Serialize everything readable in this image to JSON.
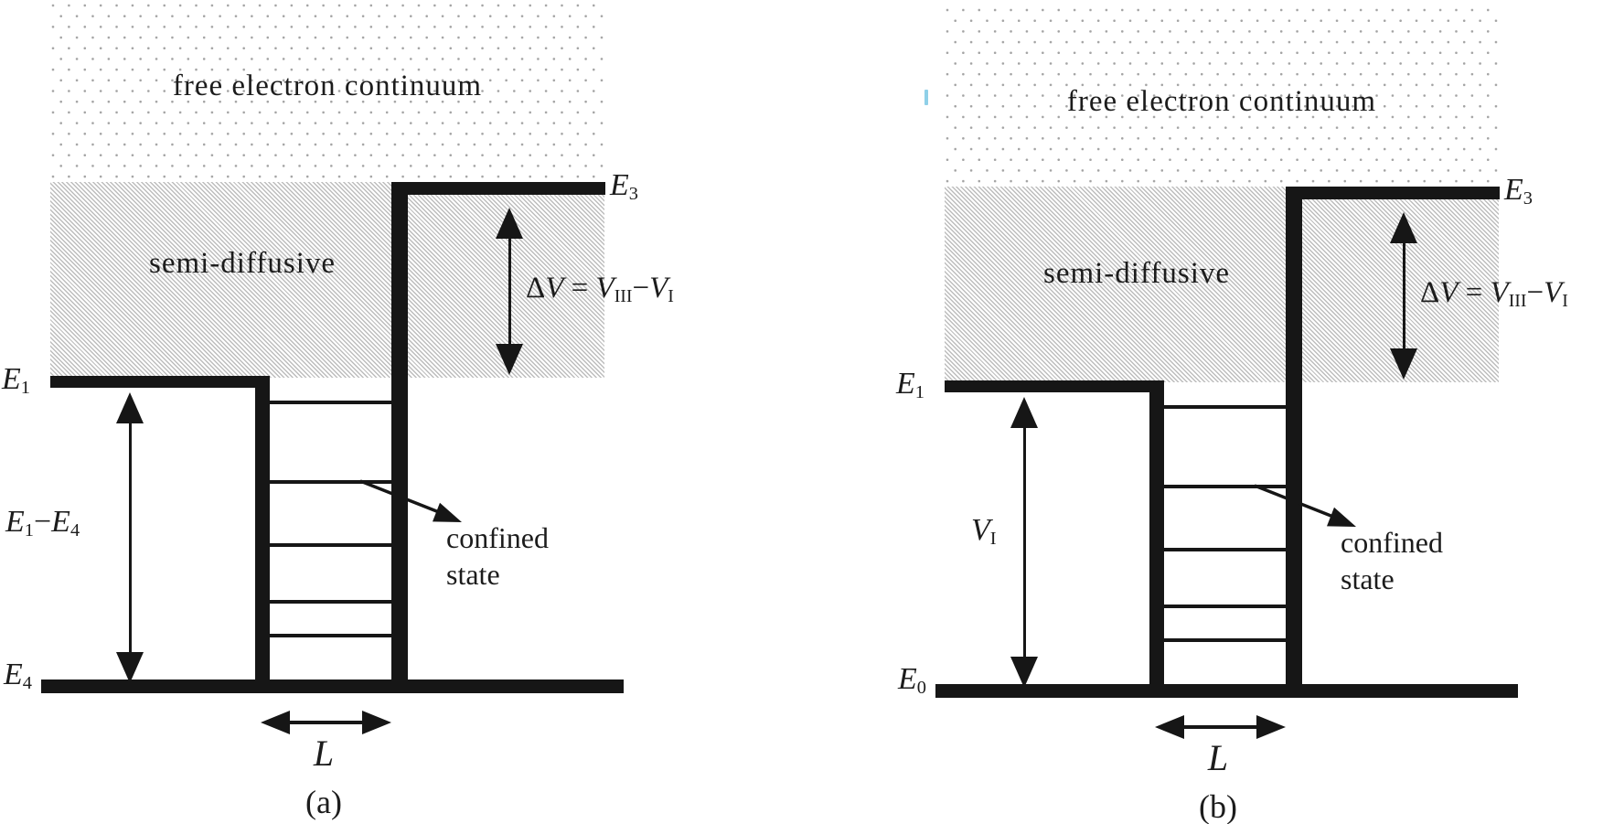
{
  "colors": {
    "ink": "#161616",
    "paper": "#ffffff",
    "hatch": "#bdbdbd",
    "dots": "#a3a3a3",
    "artifact": "#8fd0e8"
  },
  "figure": {
    "confined_level_count_per_well": 5,
    "panels": [
      {
        "id": "a",
        "caption": "(a)",
        "continuum": "free electron continuum",
        "semi_diffusive": "semi-diffusive",
        "e3": [
          {
            "t": "E",
            "i": 1,
            "sub": "3"
          }
        ],
        "e1": [
          {
            "t": "E",
            "i": 1,
            "sub": "1"
          }
        ],
        "floor": [
          {
            "t": "E",
            "i": 1,
            "sub": "4"
          }
        ],
        "depth": [
          {
            "t": "E",
            "i": 1,
            "sub": "1"
          },
          {
            "t": "−"
          },
          {
            "t": "E",
            "i": 1,
            "sub": "4"
          }
        ],
        "delta_v": [
          {
            "t": "Δ"
          },
          {
            "t": "V",
            "i": 1
          },
          {
            "t": " = "
          },
          {
            "t": "V",
            "i": 1,
            "sub": "III"
          },
          {
            "t": "−"
          },
          {
            "t": "V",
            "i": 1,
            "sub": "I"
          }
        ],
        "confined_line1": "confined",
        "confined_line2": "state",
        "well_width": [
          {
            "t": "L",
            "i": 1
          }
        ]
      },
      {
        "id": "b",
        "caption": "(b)",
        "continuum": "free electron continuum",
        "semi_diffusive": "semi-diffusive",
        "e3": [
          {
            "t": "E",
            "i": 1,
            "sub": "3"
          }
        ],
        "e1": [
          {
            "t": "E",
            "i": 1,
            "sub": "1"
          }
        ],
        "floor": [
          {
            "t": "E",
            "i": 1,
            "sub": "0"
          }
        ],
        "depth": [
          {
            "t": "V",
            "i": 1,
            "sub": "I"
          }
        ],
        "delta_v": [
          {
            "t": "Δ"
          },
          {
            "t": "V",
            "i": 1
          },
          {
            "t": " = "
          },
          {
            "t": "V",
            "i": 1,
            "sub": "III"
          },
          {
            "t": "−"
          },
          {
            "t": "V",
            "i": 1,
            "sub": "I"
          }
        ],
        "confined_line1": "confined",
        "confined_line2": "state",
        "well_width": [
          {
            "t": "L",
            "i": 1
          }
        ]
      }
    ]
  }
}
